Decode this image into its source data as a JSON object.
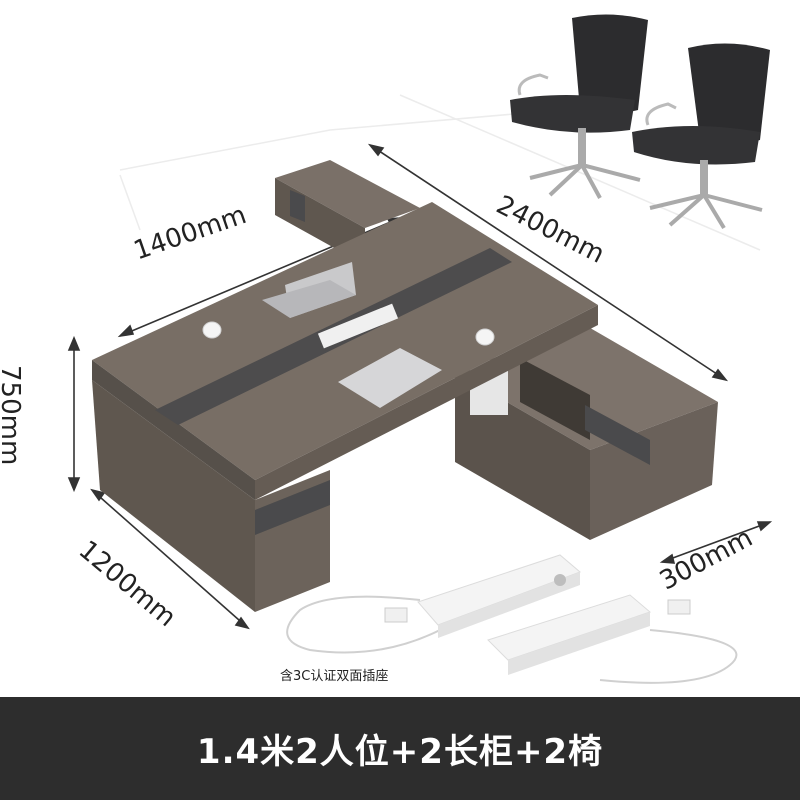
{
  "dimensions": {
    "width_label": "1400mm",
    "length_label": "2400mm",
    "height_label": "750mm",
    "depth_label": "1200mm",
    "cabinet_label": "300mm"
  },
  "socket_caption": "含3C认证双面插座",
  "footer_title": "1.4米2人位+2长柜+2椅",
  "colors": {
    "wood": "#6b625a",
    "accent_strip": "#4a4a4c",
    "footer_bg": "#2d2d2d",
    "footer_text": "#ffffff"
  }
}
